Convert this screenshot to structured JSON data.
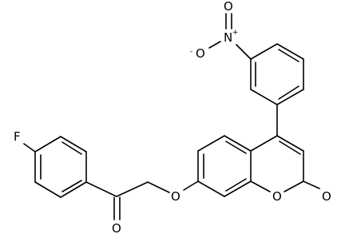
{
  "molecule": {
    "atoms": {
      "fluorine": "F",
      "ketone_oxygen": "O",
      "ether_oxygen": "O",
      "ring_oxygen": "O",
      "lactone_carbonyl_oxygen": "O",
      "nitro_nitrogen": "N",
      "nitro_oxygen_top": "O",
      "nitro_oxygen_left": "O"
    },
    "charges": {
      "nitro_nitrogen": "+",
      "nitro_oxygen_left": "-"
    }
  },
  "colors": {
    "bond": "#000000",
    "background": "#ffffff"
  }
}
